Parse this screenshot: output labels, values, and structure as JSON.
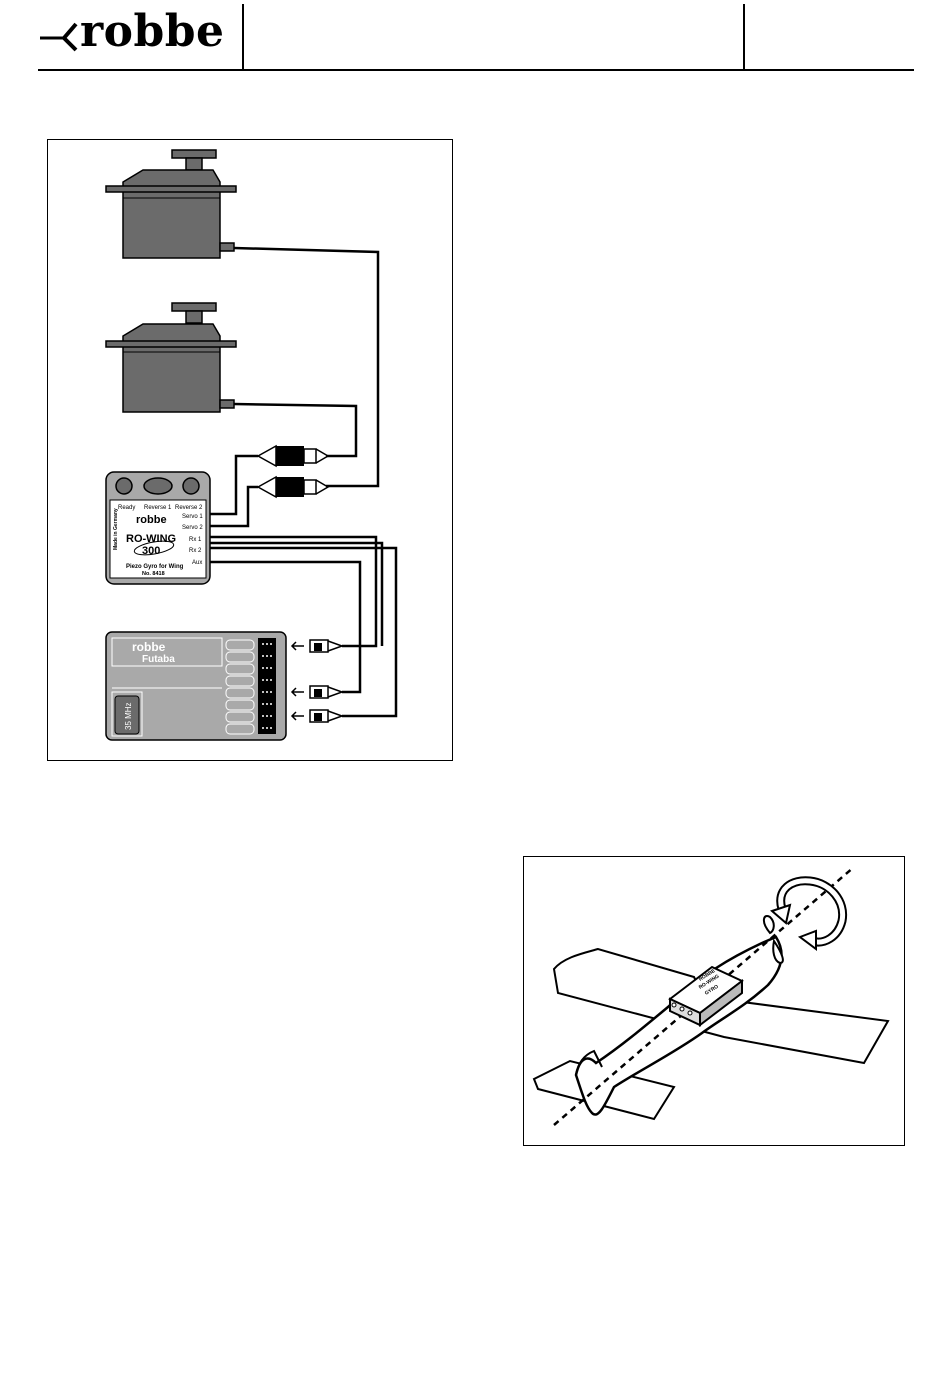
{
  "header": {
    "brand": "robbe"
  },
  "figure_wiring": {
    "gyro": {
      "brand": "robbe",
      "model": "RO-WING",
      "model_number": "300",
      "made_in": "Made in Germany",
      "description": "Piezo Gyro for Wing",
      "part_number": "No. 8418",
      "label_ready": "Ready",
      "label_reverse1": "Reverse 1",
      "label_reverse2": "Reverse 2",
      "ports": [
        "Servo 1",
        "Servo 2",
        "Rx 1",
        "Rx 2",
        "Aux"
      ]
    },
    "receiver": {
      "brand": "robbe",
      "sub_brand": "Futaba",
      "frequency": "35 MHz"
    }
  },
  "figure_airplane": {
    "module_text": [
      "ROBBE",
      "RO-WING",
      "GYRO"
    ]
  },
  "colors": {
    "servo_body": "#6b6b6b",
    "device_gray": "#a9a9a9",
    "line": "#000000"
  }
}
